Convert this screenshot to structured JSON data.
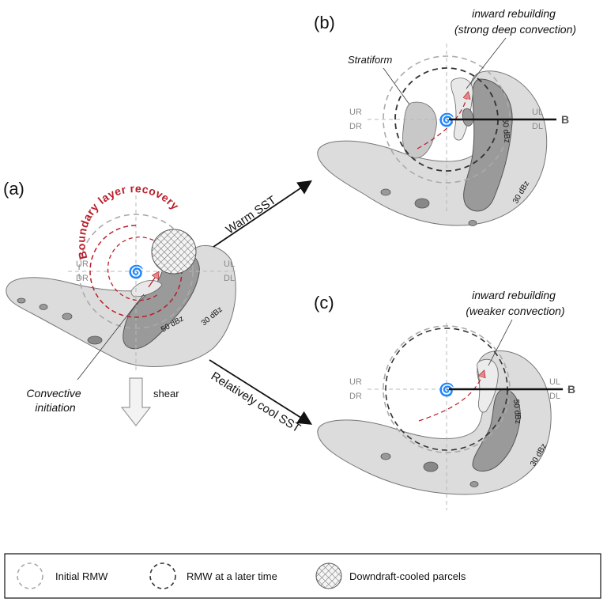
{
  "panels": {
    "a": {
      "label": "(a)",
      "quadrants": {
        "ur": "UR",
        "dr": "DR",
        "ul": "UL",
        "dl": "DL"
      },
      "boundary_layer_recovery": "Boundary layer recovery",
      "convective_initiation": [
        "Convective",
        "initiation"
      ],
      "dbz_50": "50 dBz",
      "dbz_30": "30 dBz",
      "shear_label": "shear"
    },
    "b": {
      "label": "(b)",
      "quadrants": {
        "ur": "UR",
        "dr": "DR",
        "ul": "UL",
        "dl": "DL"
      },
      "title_lines": [
        "inward rebuilding",
        "(strong deep convection)"
      ],
      "stratiform": "Stratiform",
      "dbz_50": "50 dBz",
      "dbz_30": "30 dBz",
      "section_label": "B"
    },
    "c": {
      "label": "(c)",
      "quadrants": {
        "ur": "UR",
        "dr": "DR",
        "ul": "UL",
        "dl": "DL"
      },
      "title_lines": [
        "inward rebuilding",
        "(weaker convection)"
      ],
      "dbz_50": "50 dBz",
      "dbz_30": "30 dBz",
      "section_label": "B"
    }
  },
  "arrows": {
    "warm": "Warm SST",
    "cool": "Relatively cool SST"
  },
  "legend": {
    "initial_rmw": "Initial RMW",
    "rmw_later": "RMW at a later time",
    "downdraft": "Downdraft-cooled parcels"
  },
  "colors": {
    "light_echo": "#dcdcdc",
    "dark_echo": "#9a9a9a",
    "recovery_red": "#b81e2a",
    "initial_rmw": "#aaaaaa",
    "later_rmw": "#333333"
  }
}
